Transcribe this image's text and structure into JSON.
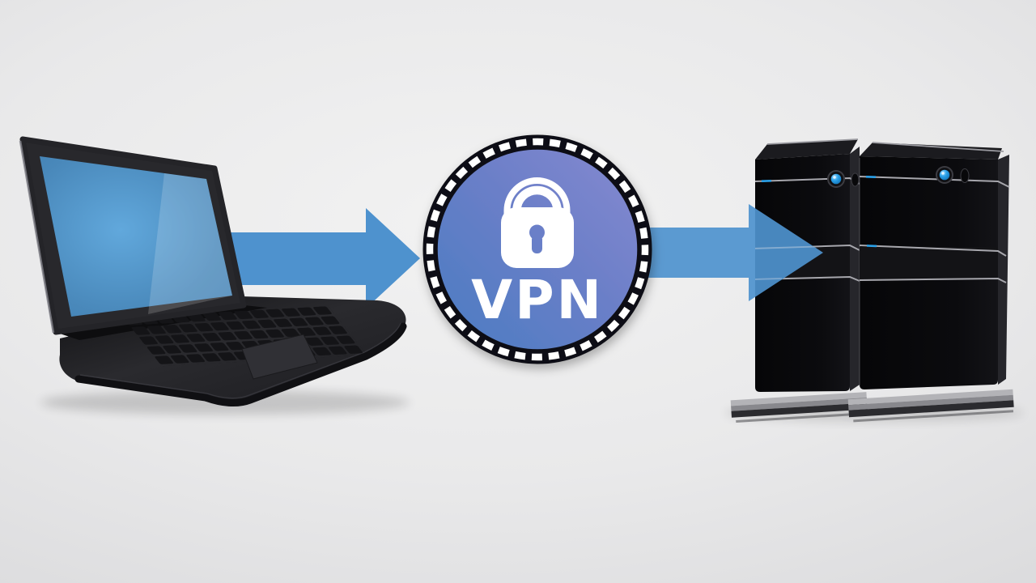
{
  "diagram": {
    "badge": {
      "label": "VPN",
      "icon": "lock-icon"
    },
    "nodes": [
      {
        "name": "client-laptop",
        "icon": "laptop-icon"
      },
      {
        "name": "vpn-tunnel-badge",
        "icon": "lock-icon",
        "label": "VPN"
      },
      {
        "name": "server-rack-pair",
        "icon": "server-icon"
      }
    ],
    "connectors": [
      {
        "name": "arrow-laptop-to-vpn",
        "shape": "right-arrow"
      },
      {
        "name": "arrow-vpn-to-servers",
        "shape": "right-arrow"
      }
    ]
  },
  "colors": {
    "background_center": "#f2f2f2",
    "background_edge": "#d9d9db",
    "arrow": "#4e92ce",
    "badge_ring": "#101012",
    "badge_dash": "#ffffff",
    "badge_blue": "#4a7cc2",
    "badge_purple": "#8589d0",
    "lock_white": "#ffffff",
    "label_text": "#ffffff",
    "screen_blue_center": "#61a8dc",
    "screen_blue_edge": "#4080b3",
    "laptop_lid": "#28282c",
    "laptop_deck": "#242428",
    "key_dark": "#141417",
    "led_blue": "#2aa0e8",
    "divider_gray": "#a7a7ad",
    "server_black": "#0a0a0d",
    "server_side": "#26262b",
    "base_light": "#b3b3b7",
    "base_mid": "#88888d",
    "base_dark": "#2b2b2f"
  }
}
